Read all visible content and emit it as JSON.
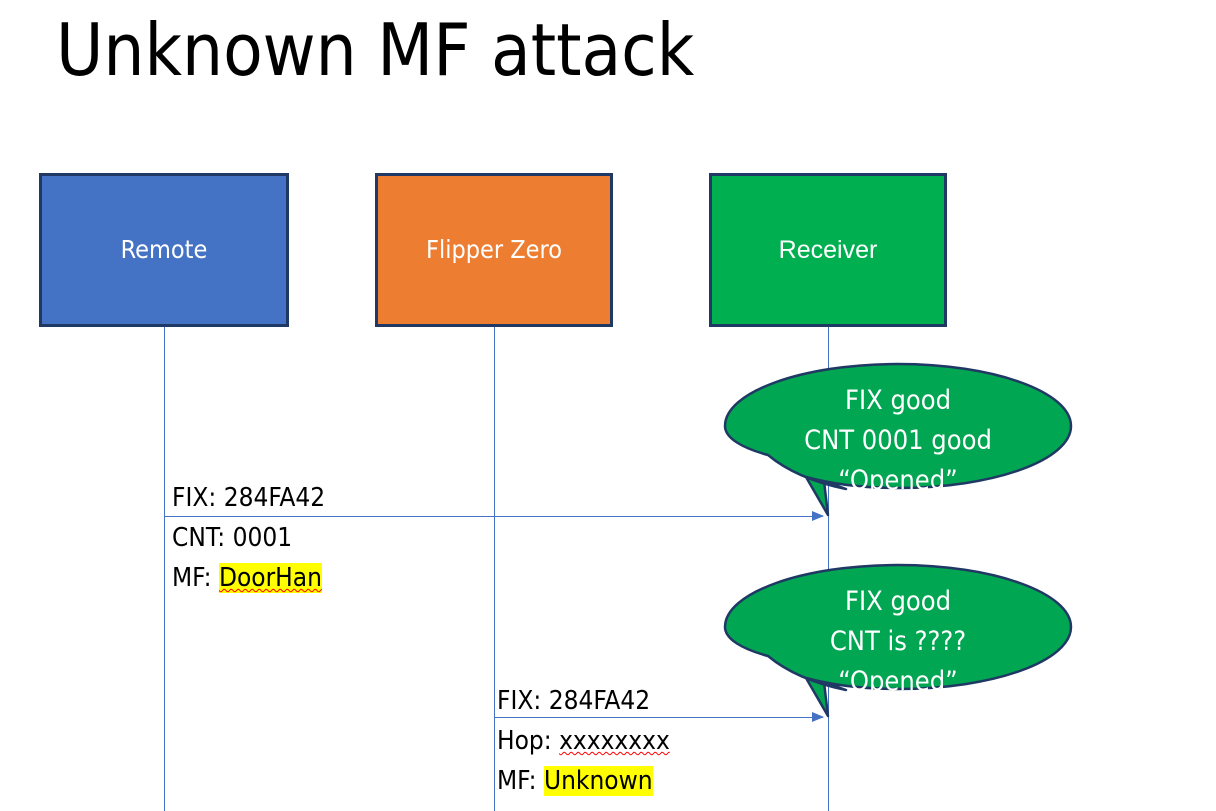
{
  "slide": {
    "title": "Unknown MF attack",
    "background_color": "#ffffff"
  },
  "colors": {
    "remote_fill": "#4472C4",
    "flipper_fill": "#ED7D31",
    "receiver_fill": "#00B050",
    "box_border": "#1F3864",
    "line": "#4472C4",
    "callout_fill": "#00A651",
    "callout_border": "#1F3864",
    "highlight": "#FFFF00",
    "spellcheck_underline": "#FF0000",
    "text": "#000000",
    "box_label_text": "#FFFFFF"
  },
  "actors": [
    {
      "id": "remote",
      "label": "Remote"
    },
    {
      "id": "flipper",
      "label": "Flipper Zero"
    },
    {
      "id": "receiver",
      "label": "Receiver"
    }
  ],
  "messages": [
    {
      "id": "msg1",
      "from": "remote",
      "to": "receiver",
      "lines": [
        {
          "label": "FIX: ",
          "value": "284FA42",
          "highlighted": false,
          "spellcheck_error": false
        },
        {
          "label": "CNT: ",
          "value": "0001",
          "highlighted": false,
          "spellcheck_error": false
        },
        {
          "label": "MF: ",
          "value": "DoorHan",
          "highlighted": true,
          "spellcheck_error": true
        }
      ]
    },
    {
      "id": "msg2",
      "from": "flipper",
      "to": "receiver",
      "lines": [
        {
          "label": "FIX: ",
          "value": "284FA42",
          "highlighted": false,
          "spellcheck_error": false
        },
        {
          "label": "Hop: ",
          "value": "xxxxxxxx",
          "highlighted": false,
          "spellcheck_error": true
        },
        {
          "label": "MF: ",
          "value": "Unknown",
          "highlighted": true,
          "spellcheck_error": false
        }
      ]
    }
  ],
  "callouts": [
    {
      "id": "callout1",
      "owner": "receiver",
      "line1": "FIX good",
      "line2": "CNT 0001 good",
      "line3": "“Opened”"
    },
    {
      "id": "callout2",
      "owner": "receiver",
      "line1": "FIX good",
      "line2": "CNT is ????",
      "line3": "“Opened”"
    }
  ]
}
